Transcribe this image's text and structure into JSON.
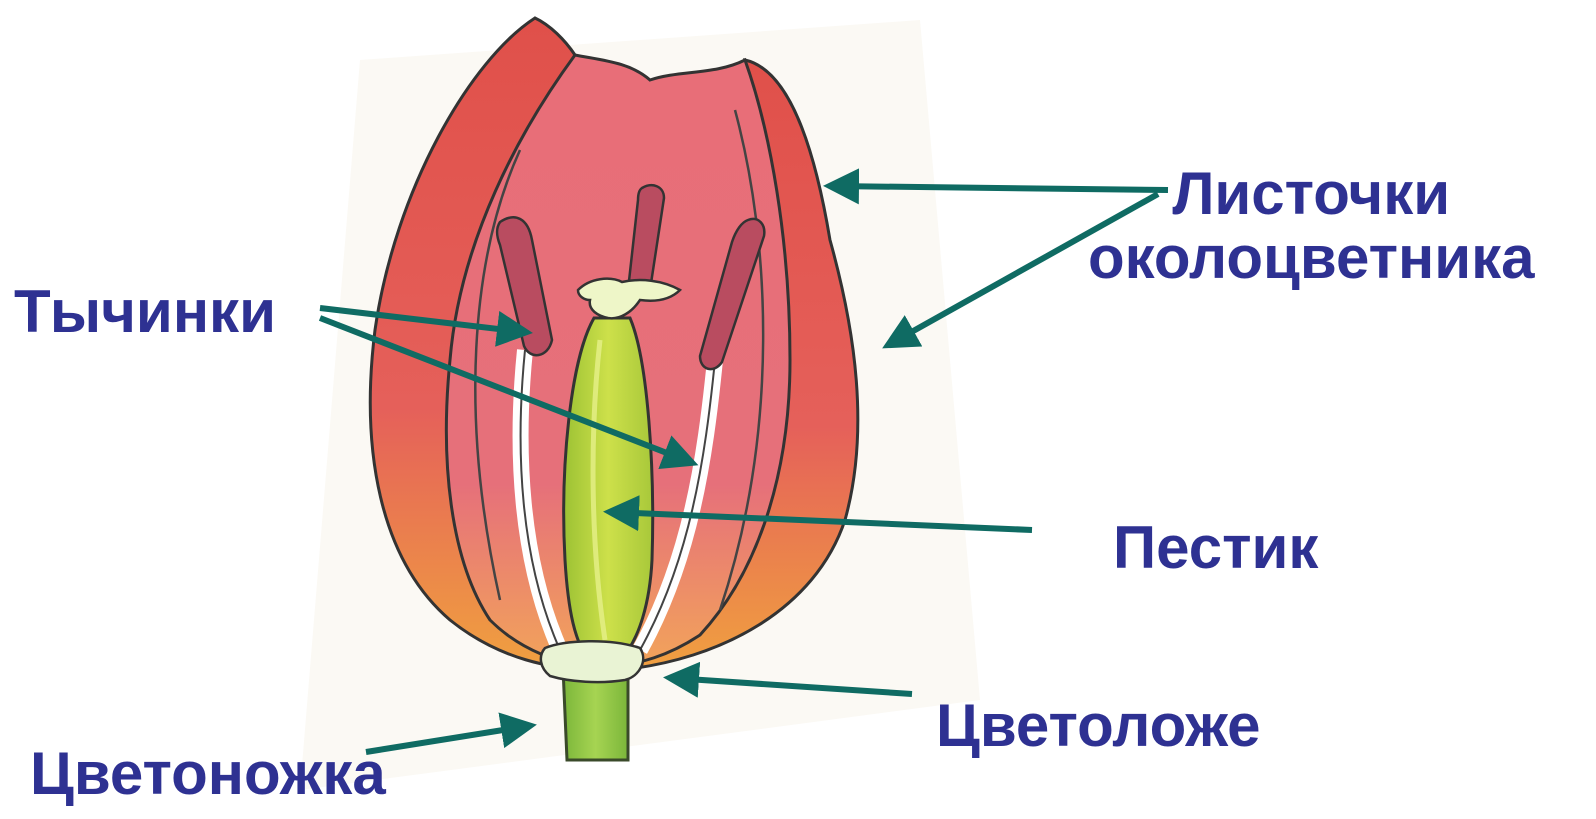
{
  "labels": {
    "perianth_line1": "Листочки",
    "perianth_line2": "околоцветника",
    "stamens": "Тычинки",
    "pistil": "Пестик",
    "receptacle": "Цветоложе",
    "pedicel": "Цветоножка"
  },
  "colors": {
    "label_text": "#2e3192",
    "arrow": "#0f6b63",
    "petal_outer": "#e2584b",
    "petal_inner": "#e66a6f",
    "pistil": "#b8d43c",
    "stem": "#8cc63f",
    "anther": "#b54a5c"
  },
  "icons": {
    "flower": "tulip-cross-section-illustration"
  }
}
